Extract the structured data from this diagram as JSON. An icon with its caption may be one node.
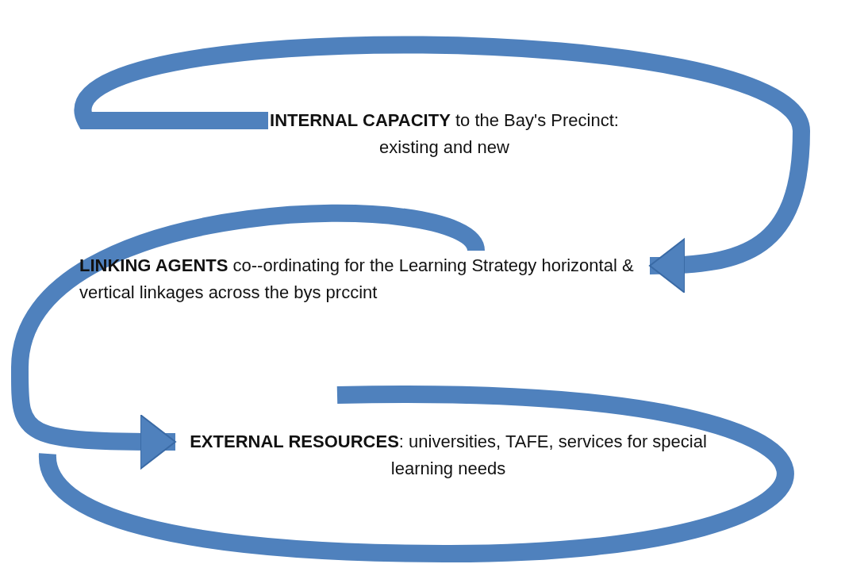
{
  "diagram": {
    "nodes": [
      {
        "text": [
          "**INTERNAL CAPACITY** to the Bay's Precinct: existing and new"
        ]
      },
      {
        "text": [
          "**LINKING AGENTS** co--ordinating for the Learning Strategy horizontal & vertical linkages across the bys prccint"
        ]
      },
      {
        "text": [
          "**EXTERNAL RESOURCES**: universities, TAFE, services for special learning needs"
        ]
      }
    ],
    "edges": [
      {
        "from": 0,
        "to": 1,
        "arrow": "to"
      },
      {
        "from": 1,
        "to": 2,
        "arrow": "to"
      }
    ]
  }
}
